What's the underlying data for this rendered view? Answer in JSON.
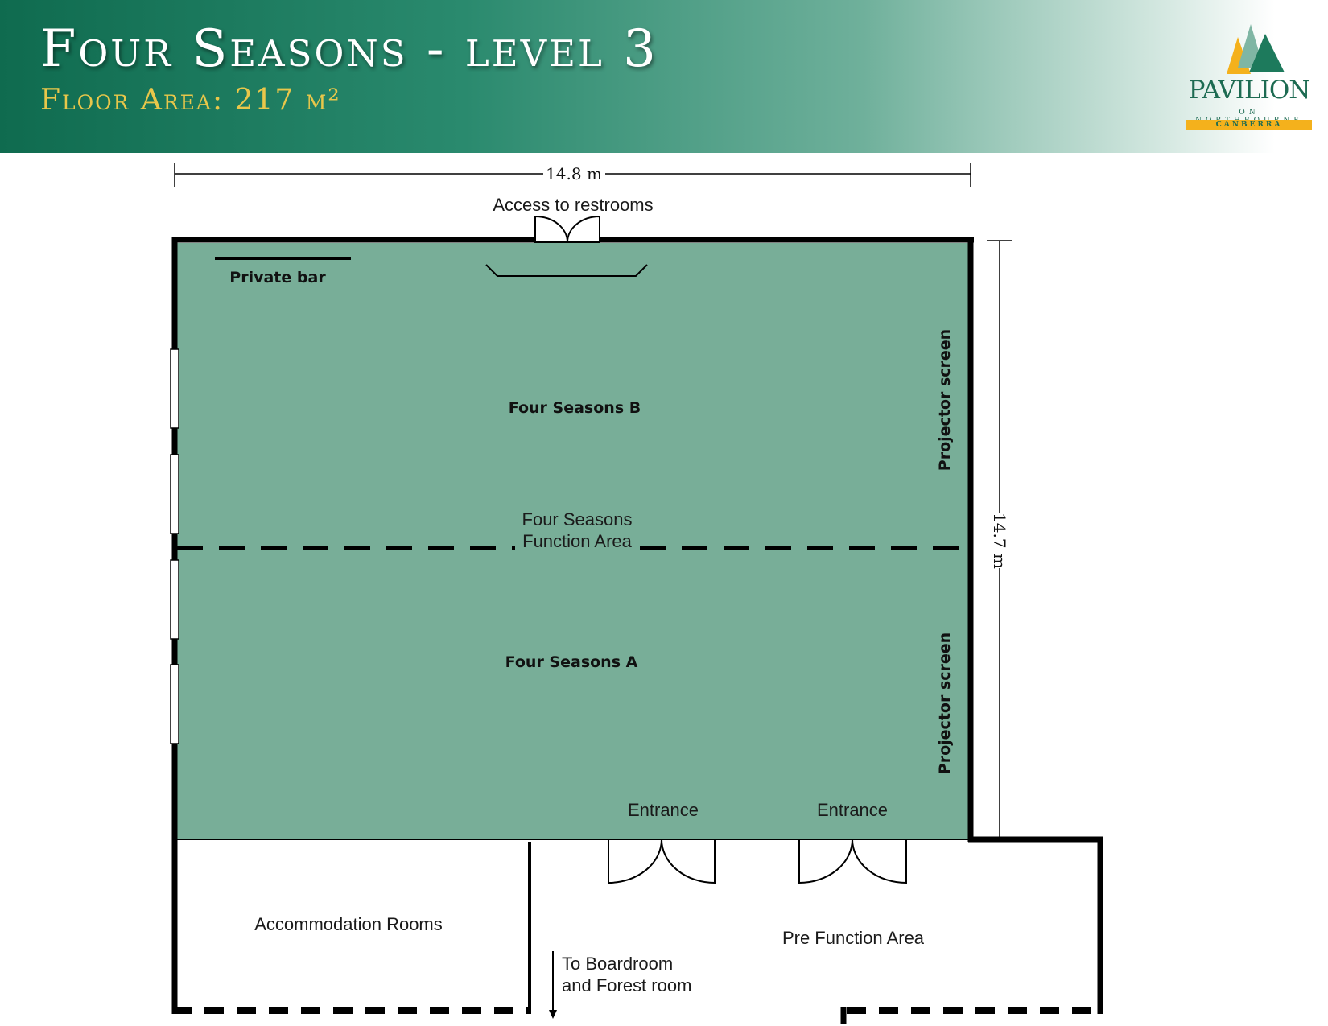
{
  "header": {
    "title": "Four Seasons - level 3",
    "floor_area": "Floor Area: 217 m²"
  },
  "logo": {
    "name": "PAVILION",
    "sub": "ON NORTHBOURNE",
    "city": "CANBERRA"
  },
  "dimensions": {
    "width": "14.8 m",
    "depth": "14.7 m"
  },
  "labels": {
    "access_restrooms": "Access to restrooms",
    "private_bar": "Private bar",
    "room_b": "Four Seasons B",
    "function_area_line1": "Four Seasons",
    "function_area_line2": "Function Area",
    "room_a": "Four Seasons A",
    "projector_b": "Projector screen",
    "projector_a": "Projector screen",
    "entrance_1": "Entrance",
    "entrance_2": "Entrance",
    "accommodation": "Accommodation Rooms",
    "pre_function": "Pre Function Area",
    "to_boardroom_line1": "To Boardroom",
    "to_boardroom_line2": "and Forest room"
  },
  "colors": {
    "room_fill": "#78ae98",
    "wall": "#000000",
    "accent_gold": "#e9c74a",
    "brand_green": "#1d6b52"
  }
}
